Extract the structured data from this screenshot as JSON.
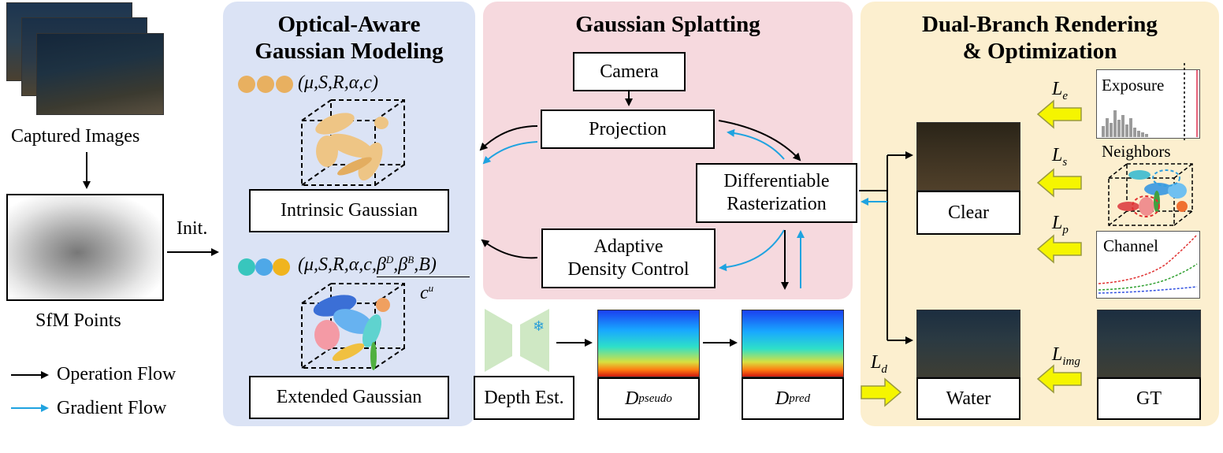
{
  "left": {
    "captured_label": "Captured Images",
    "sfm_label": "SfM Points",
    "init_label": "Init."
  },
  "legend": {
    "operation": "Operation Flow",
    "gradient": "Gradient Flow"
  },
  "colors": {
    "panel_blue": "#dbe3f5",
    "panel_pink": "#f6d9de",
    "panel_yellow": "#fcefcf",
    "gradient_arrow": "#1fa3e0",
    "loss_arrow": "#f5f500"
  },
  "panel1": {
    "title_line1": "Optical-Aware",
    "title_line2": "Gaussian Modeling",
    "intrinsic_params": "(μ,S,R,α,c)",
    "intrinsic_label": "Intrinsic Gaussian",
    "extended_params": "(μ,S,R,α,c,β",
    "beta_d_sup": "D",
    "beta_b_sup": "B",
    "extended_tail": ",B)",
    "cu": "c",
    "cu_sup": "u",
    "extended_label": "Extended Gaussian"
  },
  "panel2": {
    "title": "Gaussian Splatting",
    "camera": "Camera",
    "projection": "Projection",
    "rasterization_line1": "Differentiable",
    "rasterization_line2": "Rasterization",
    "density_line1": "Adaptive",
    "density_line2": "Density Control",
    "depth_est": "Depth Est.",
    "d_pseudo": "D",
    "d_pseudo_sub": "pseudo",
    "d_pred": "D",
    "d_pred_sub": "pred"
  },
  "panel3": {
    "title_line1": "Dual-Branch Rendering",
    "title_line2": "& Optimization",
    "clear": "Clear",
    "water": "Water",
    "gt": "GT",
    "exposure": "Exposure",
    "neighbors": "Neighbors",
    "channel": "Channel",
    "le": "L",
    "le_sub": "e",
    "ls": "L",
    "ls_sub": "s",
    "lp": "L",
    "lp_sub": "p",
    "limg": "L",
    "limg_sub": "img",
    "ld": "L",
    "ld_sub": "d"
  }
}
